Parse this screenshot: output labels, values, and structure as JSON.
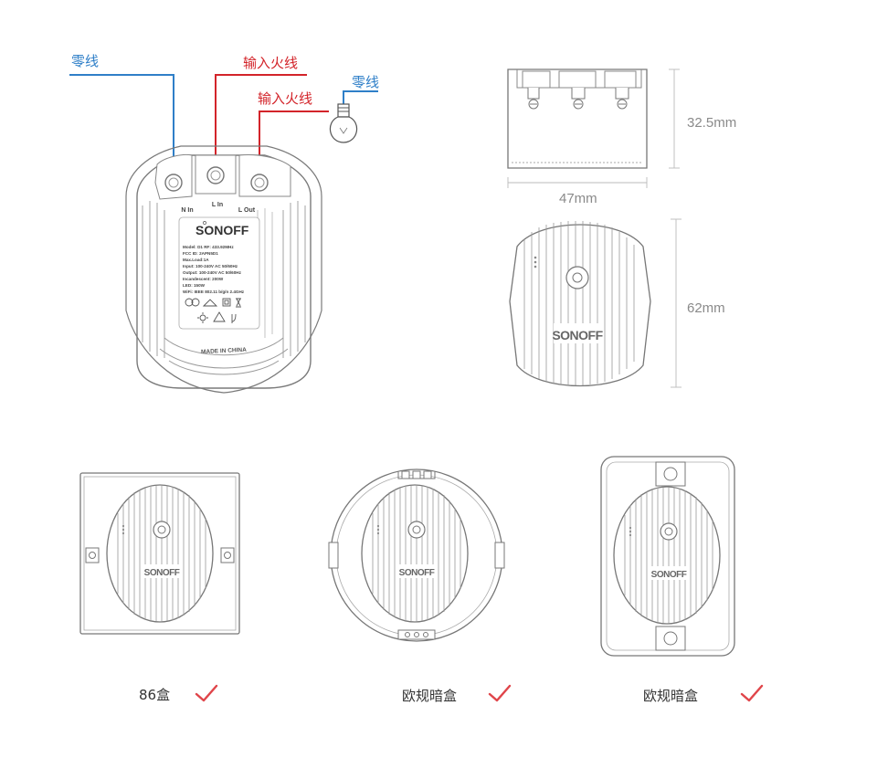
{
  "wiring": {
    "neutral_top": "零线",
    "live_in_1": "输入火线",
    "live_in_2": "输入火线",
    "neutral_bulb": "零线",
    "terminal_n": "N In",
    "terminal_l_in": "L In",
    "terminal_l_out": "L Out"
  },
  "device_label": {
    "brand": "SONOFF",
    "model_line": "Model: D1      RF: 433.92MHz",
    "fcc_line": "FCC ID: 2APN5D1",
    "maxload_line": "Max.Load:1A",
    "input_line": "Input: 100-240V AC 50/60Hz",
    "output_line": "Output: 100-240V AC 50/60Hz",
    "incandescent_line": "Incandescent: 200W",
    "led_line": "LED: 150W",
    "wifi_line": "WiFi: IEEE 802.11 b/g/n 2.4GHz",
    "made_in": "MADE IN CHINA"
  },
  "dimensions": {
    "height": "32.5mm",
    "width": "47mm",
    "length": "62mm"
  },
  "compatibility": [
    {
      "label": "86盒",
      "check": "✓"
    },
    {
      "label": "欧规暗盒",
      "check": "✓"
    },
    {
      "label": "欧规暗盒",
      "check": "✓"
    }
  ],
  "colors": {
    "neutral_wire": "#2f7fc8",
    "live_wire": "#d3242a",
    "outline": "#7a7a7a",
    "check": "#e0454a"
  }
}
